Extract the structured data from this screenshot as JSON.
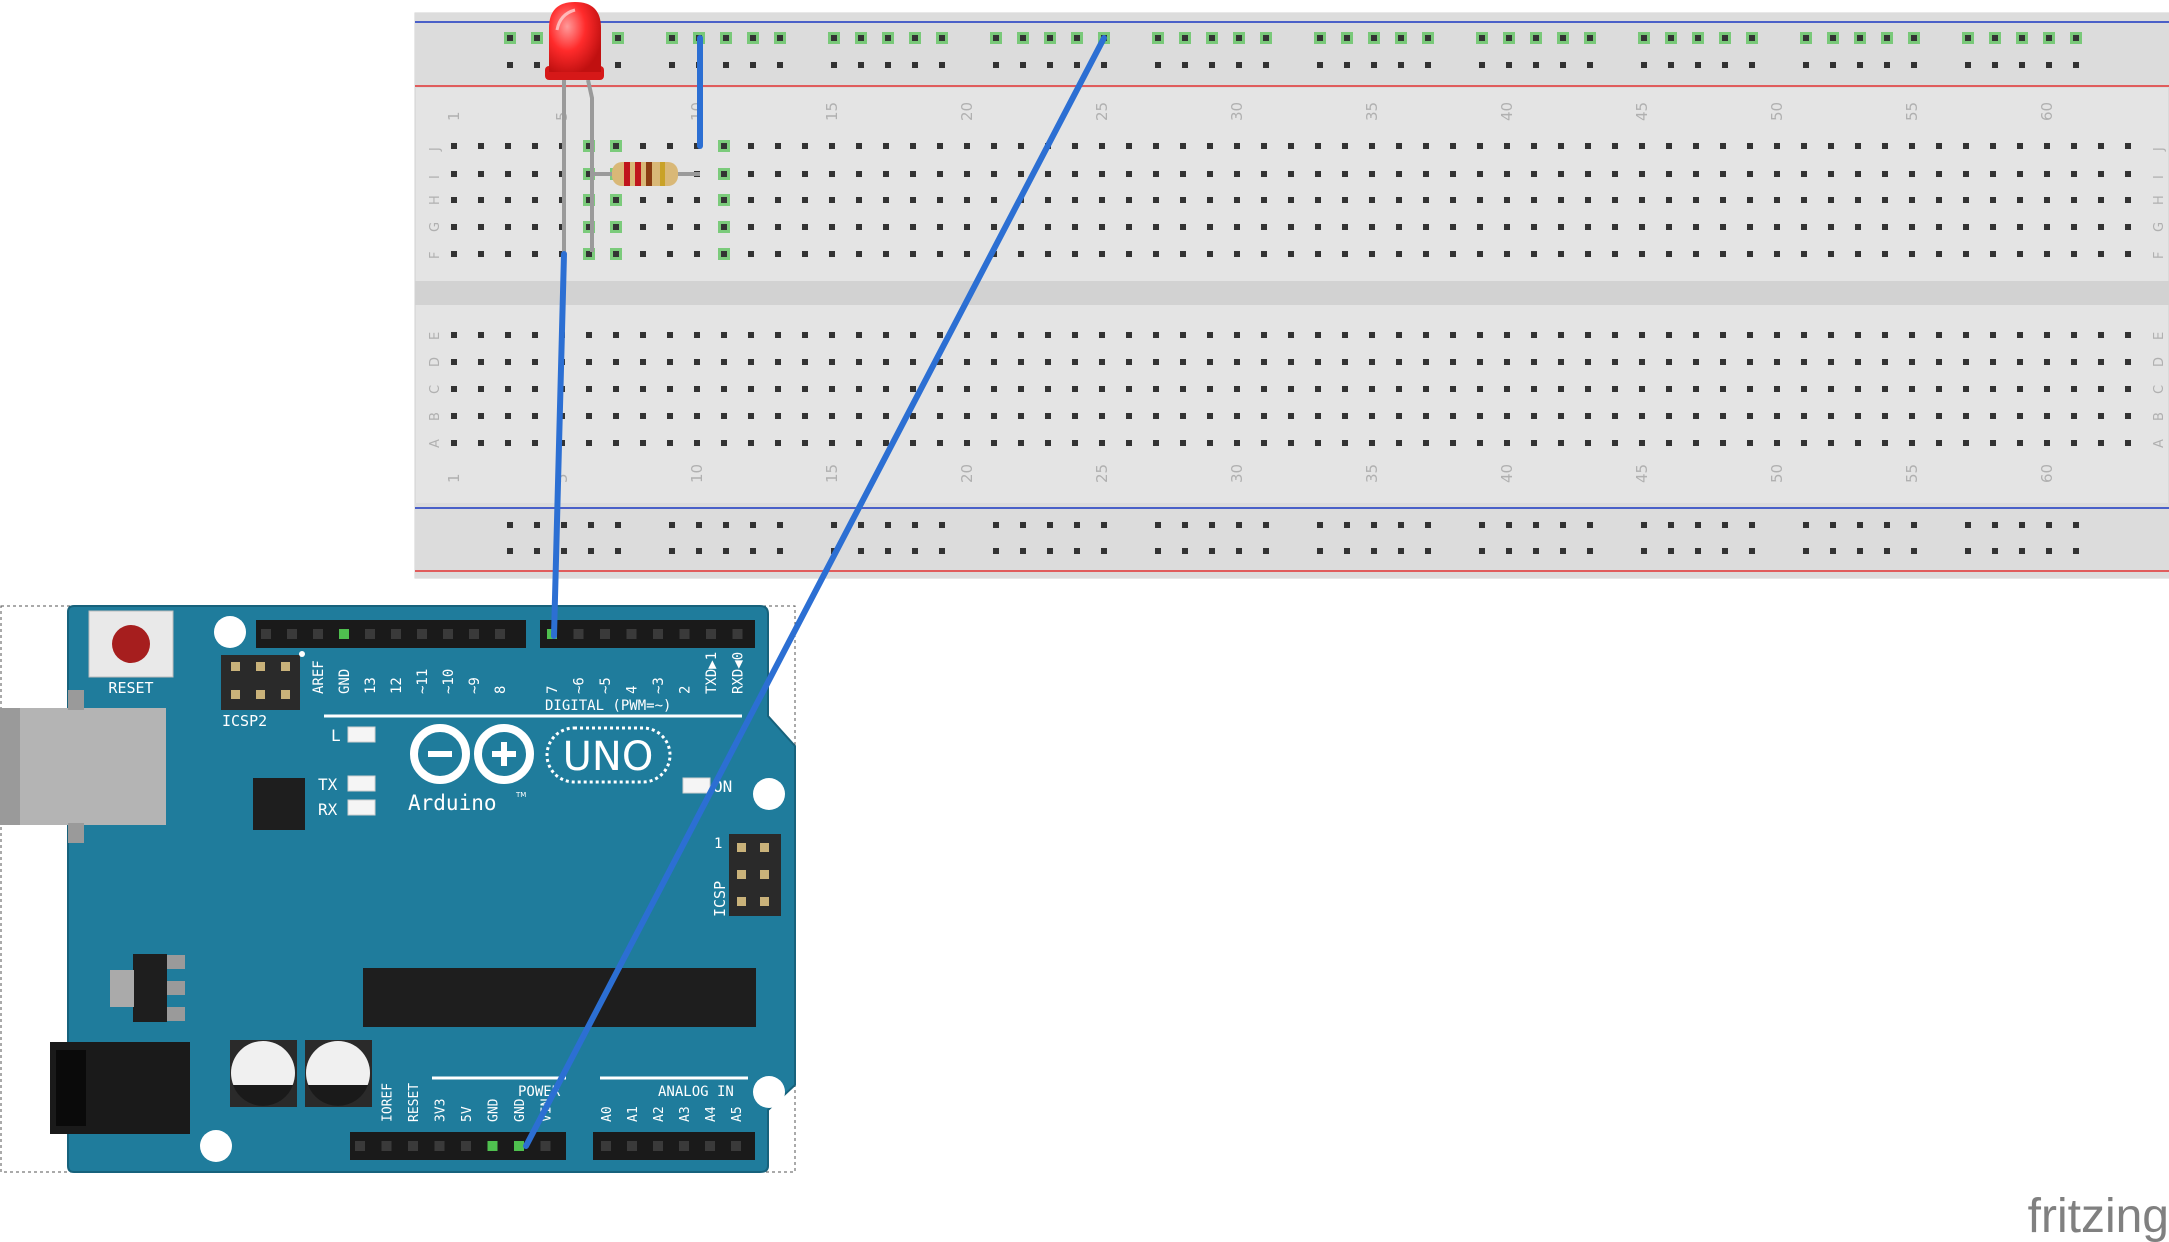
{
  "breadboard": {
    "column_numbers": [
      "1",
      "5",
      "10",
      "15",
      "20",
      "25",
      "30",
      "35",
      "40",
      "45",
      "50",
      "55",
      "60"
    ],
    "top_row_letters": [
      "J",
      "I",
      "H",
      "G",
      "F"
    ],
    "bottom_row_letters": [
      "E",
      "D",
      "C",
      "B",
      "A"
    ]
  },
  "arduino": {
    "reset_label": "RESET",
    "icsp2_label": "ICSP2",
    "icsp_label": "ICSP",
    "icsp_pin1": "1",
    "digital_pins": [
      "AREF",
      "GND",
      "13",
      "12",
      "~11",
      "~10",
      "~9",
      "8",
      "7",
      "~6",
      "~5",
      "4",
      "~3",
      "2",
      "TXD▶1",
      "RXD◀0"
    ],
    "digital_label": "DIGITAL (PWM=~)",
    "led_labels": {
      "l": "L",
      "tx": "TX",
      "rx": "RX",
      "on": "ON"
    },
    "uno": "UNO",
    "brand": "Arduino",
    "tm": "TM",
    "power_label": "POWER",
    "power_pins": [
      "IOREF",
      "RESET",
      "3V3",
      "5V",
      "GND",
      "GND",
      "VIN"
    ],
    "analog_label": "ANALOG IN",
    "analog_pins": [
      "A0",
      "A1",
      "A2",
      "A3",
      "A4",
      "A5"
    ]
  },
  "watermark": "fritzing",
  "colors": {
    "board": "#1f7c9c",
    "board_dark": "#17627c",
    "breadboard": "#e6e6e6",
    "wire": "#2c6fd3",
    "led": "#ff2b2b",
    "rail_red": "#e05c5c",
    "rail_blue": "#4a60c8",
    "connected_hole": "#4fc04f"
  }
}
